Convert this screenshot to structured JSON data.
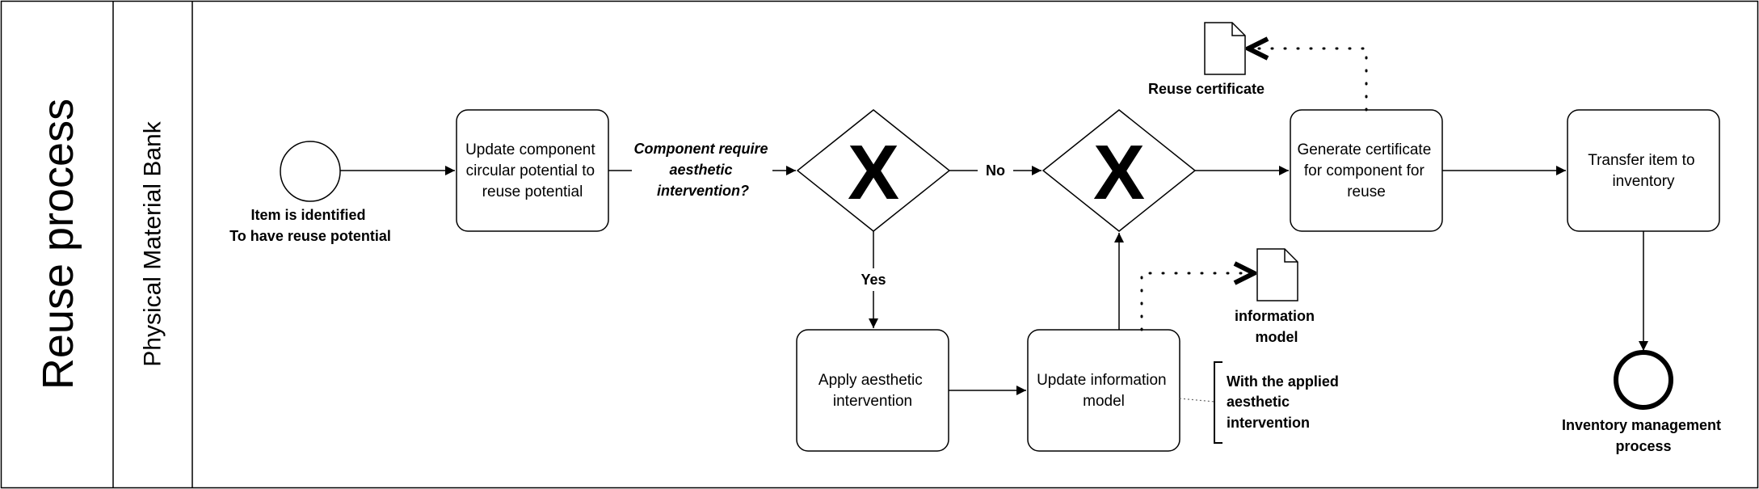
{
  "pool": {
    "title": "Reuse process"
  },
  "lane": {
    "title": "Physical Material Bank"
  },
  "start_event": {
    "lines": [
      "Item is identified",
      "To have reuse potential"
    ]
  },
  "tasks": {
    "update_circular": {
      "lines": [
        "Update component",
        "circular potential to",
        "reuse potential"
      ]
    },
    "apply_aesthetic": {
      "lines": [
        "Apply aesthetic",
        "intervention"
      ]
    },
    "update_info_model": {
      "lines": [
        "Update information",
        "model"
      ]
    },
    "generate_certificate": {
      "lines": [
        "Generate certificate",
        "for component for",
        "reuse"
      ]
    },
    "transfer_inventory": {
      "lines": [
        "Transfer item to",
        "inventory"
      ]
    }
  },
  "gateways": {
    "aesthetic_question": {
      "symbol": "X",
      "question_lines": [
        "Component require",
        "aesthetic",
        "intervention?"
      ]
    },
    "merge": {
      "symbol": "X"
    }
  },
  "flow_labels": {
    "no": "No",
    "yes": "Yes"
  },
  "data_objects": {
    "reuse_certificate": {
      "label": "Reuse certificate"
    },
    "information_model": {
      "lines": [
        "information",
        "model"
      ]
    }
  },
  "annotation": {
    "lines": [
      "With the applied",
      "aesthetic",
      "intervention"
    ]
  },
  "end_event": {
    "lines": [
      "Inventory management",
      "process"
    ]
  },
  "colors": {
    "stroke": "#000000",
    "background": "#ffffff"
  }
}
